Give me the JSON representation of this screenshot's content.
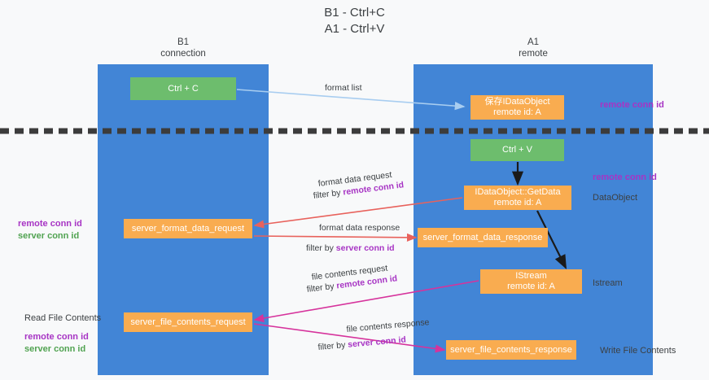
{
  "title": "B1 - Ctrl+C\nA1 - Ctrl+V",
  "colors": {
    "column": "#4285d6",
    "green_node": "#6dbd6d",
    "orange_node": "#f9ac50",
    "remote_conn_id": "#a734c4",
    "server_conn_id": "#51a351",
    "divider": "#3c3c3c",
    "background": "#f8f9fa"
  },
  "columns": [
    {
      "id": "b1",
      "header": "B1\nconnection"
    },
    {
      "id": "a1",
      "header": "A1\nremote"
    }
  ],
  "nodes": {
    "ctrl_c": {
      "line1": "Ctrl + C",
      "line2": "",
      "type": "green"
    },
    "save_idataobject": {
      "line1": "保存IDataObject",
      "line2": "remote id: A",
      "type": "orange"
    },
    "ctrl_v": {
      "line1": "Ctrl + V",
      "line2": "",
      "type": "green"
    },
    "getdata": {
      "line1": "IDataObject::GetData",
      "line2": "remote id: A",
      "type": "orange"
    },
    "server_format_data_request": {
      "line1": "server_format_data_request",
      "line2": "",
      "type": "orange"
    },
    "server_format_data_response": {
      "line1": "server_format_data_response",
      "line2": "",
      "type": "orange"
    },
    "istream": {
      "line1": "IStream",
      "line2": "remote id: A",
      "type": "orange"
    },
    "server_file_contents_request": {
      "line1": "server_file_contents_request",
      "line2": "",
      "type": "orange"
    },
    "server_file_contents_response": {
      "line1": "server_file_contents_response",
      "line2": "",
      "type": "orange"
    }
  },
  "edge_labels": {
    "format_list": "format list",
    "format_data_request": "format data request",
    "format_data_request_filter_prefix": "filter by ",
    "format_data_request_filter_key": "remote conn id",
    "format_data_response": "format data response",
    "format_data_response_filter_prefix": "filter by ",
    "format_data_response_filter_key": "server conn id",
    "file_contents_request": "file contents request",
    "file_contents_request_filter_prefix": "filter by ",
    "file_contents_request_filter_key": "remote conn id",
    "file_contents_response": "file contents response",
    "file_contents_response_filter_prefix": "filter by ",
    "file_contents_response_filter_key": "server conn id"
  },
  "side_labels": {
    "remote_conn_id_top": "remote conn id",
    "remote_conn_id_mid": "remote conn id",
    "dataobject": "DataObject",
    "istream": "Istream",
    "write_file_contents": "Write File Contents",
    "read_file_contents": "Read File Contents",
    "remote_conn_id": "remote conn id",
    "server_conn_id": "server conn id"
  }
}
